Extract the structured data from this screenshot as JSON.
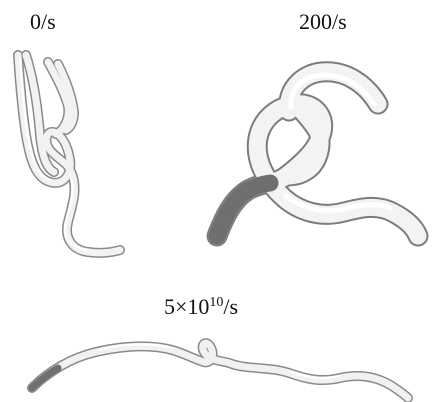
{
  "panels": [
    {
      "label": "0/s"
    },
    {
      "label": "200/s"
    },
    {
      "label_base": "5×10",
      "label_exp": "10",
      "label_unit": "/s"
    }
  ]
}
